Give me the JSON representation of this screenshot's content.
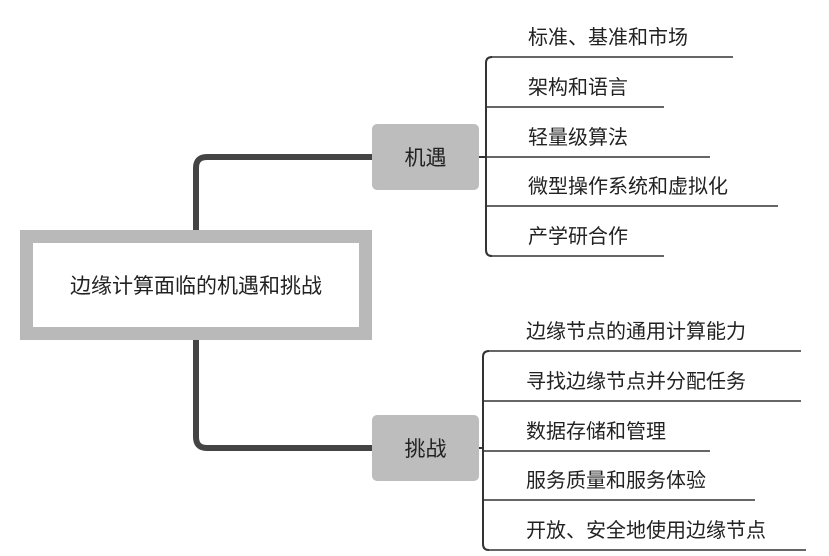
{
  "root": {
    "label": "边缘计算面临的机遇和挑战"
  },
  "branches": [
    {
      "label": "机遇",
      "items": [
        "标准、基准和市场",
        "架构和语言",
        "轻量级算法",
        "微型操作系统和虚拟化",
        "产学研合作"
      ]
    },
    {
      "label": "挑战",
      "items": [
        "边缘节点的通用计算能力",
        "寻找边缘节点并分配任务",
        "数据存储和管理",
        "服务质量和服务体验",
        "开放、安全地使用边缘节点"
      ]
    }
  ],
  "colors": {
    "box": "#bdbdbd",
    "root_border": "#b9b9b9",
    "connector": "#444444",
    "line": "#333333"
  }
}
